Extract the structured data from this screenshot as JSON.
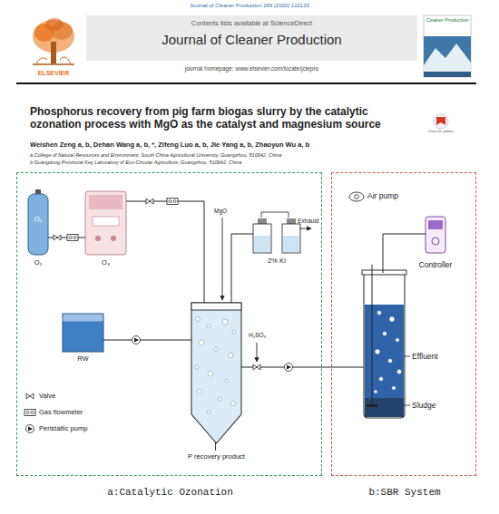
{
  "diagram": {
    "title": "Phosphorus recovery from pig farm biogas slurry by the catalytic ozonation process with MgO as the catalyst and magnesium source",
    "nodes": [
      {
        "text": [
          "Contents lists available at ScienceDirect",
          "Journal of Cleaner Production",
          "journal homepage: www.elsevier.com/locate/jclepro"
        ]
      },
      {
        "text": [
          "a:Catalytic Ozonation"
        ]
      },
      {
        "text": [
          "O₂",
          "O₂"
        ],
        "in": 1
      },
      {
        "text": [
          "O₃"
        ],
        "in": 1
      },
      {
        "text": [
          "RW"
        ],
        "in": 1
      },
      {
        "text": [
          "P recovery product"
        ],
        "in": 1
      },
      {
        "text": [
          "2% KI"
        ],
        "in": 1
      },
      {
        "text": [
          "b:SBR System"
        ]
      },
      {
        "text": [
          "Controller"
        ],
        "in": 7
      },
      {
        "text": [
          "Effluent",
          "Sludge"
        ],
        "in": 7
      }
    ],
    "edges": [
      {
        "from": 2,
        "to": 3,
        "arrow": "none"
      },
      {
        "from": 3,
        "to": 5,
        "arrow": "none"
      },
      {
        "from": 4,
        "to": 5,
        "arrow": "none"
      },
      {
        "from": 5,
        "to": 6,
        "arrow": "none"
      },
      {
        "from": 5,
        "to": 9,
        "arrow": "none"
      },
      {
        "from": 8,
        "to": 9,
        "arrow": "none"
      }
    ],
    "labels": [
      "Journal of Cleaner Production 269 (2020) 122133",
      "ELSEVIER",
      "Cleaner Production",
      "Check for updates",
      "Weishen Zeng a, b, Dehan Wang a, b, *, Zifeng Luo a, b, Jie Yang a, b, Zhaoyun Wu a, b",
      "a College of Natural Resources and Environment, South China Agricultural University, Guangzhou, 510642, China",
      "b Guangdong Provincial Key Laboratory of Eco-Circular Agriculture, Guangzhou, 510642, China",
      "MgO",
      "Exhaust",
      "H₂SO₄"
    ],
    "legend": [
      {
        "text": "Valve"
      },
      {
        "text": "Gas flowmeter"
      },
      {
        "text": "Peristaltic pump"
      },
      {
        "text": "Air pump"
      }
    ]
  }
}
